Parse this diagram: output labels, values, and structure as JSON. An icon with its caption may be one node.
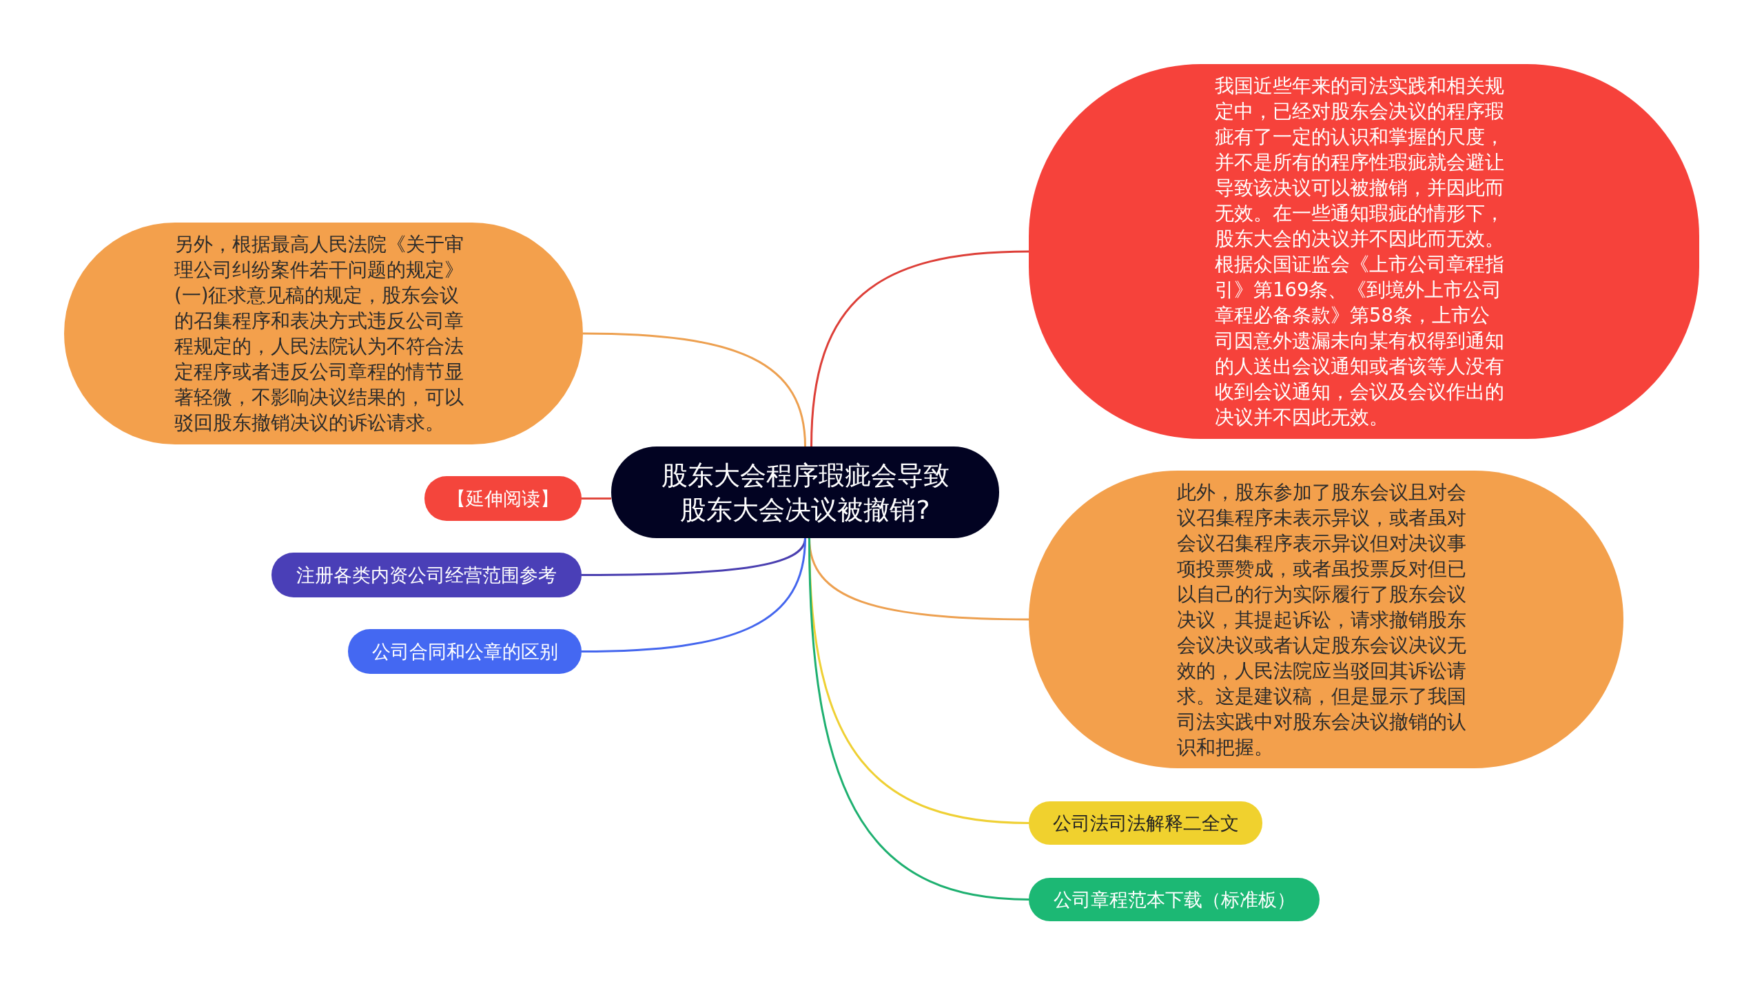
{
  "diagram": {
    "nodes": [
      {
        "text": [
          "股东大会程序瑕疵会导致股东大会决议被撤销?"
        ]
      },
      {
        "text": [
          "另外，根据最高人民法院《关于审理公司纠纷案件若干问题的规定》(一)征求意见稿的规定，股东会议的召集程序和表决方式违反公司章程规定的，人民法院认为不符合法定程序或者违反公司章程的情节显著轻微，不影响决议结果的，可以驳回股东撤销决议的诉讼请求。"
        ]
      },
      {
        "text": [
          "【延伸阅读】"
        ]
      },
      {
        "text": [
          "注册各类内资公司经营范围参考"
        ]
      },
      {
        "text": [
          "公司合同和公章的区别"
        ]
      },
      {
        "text": [
          "我国近些年来的司法实践和相关规定中，已经对股东会决议的程序瑕疵有了一定的认识和掌握的尺度，并不是所有的程序性瑕疵就会避让导致该决议可以被撤销，并因此而无效。在一些通知瑕疵的情形下，股东大会的决议并不因此而无效。根据众国证监会《上市公司章程指引》第169条、《到境外上市公司章程必备条款》第58条，上市公司因意外遗漏未向某有权得到通知的人送出会议通知或者该等人没有收到会议通知，会议及会议作出的决议并不因此无效。"
        ]
      },
      {
        "text": [
          "此外，股东参加了股东会议且对会议召集程序未表示异议，或者虽对会议召集程序表示异议但对决议事项投票赞成，或者虽投票反对但已以自己的行为实际履行了股东会议决议，其提起诉讼，请求撤销股东会议决议或者认定股东会议决议无效的，人民法院应当驳回其诉讼请求。这是建议稿，但是显示了我国司法实践中对股东会决议撤销的认识和把握。"
        ]
      },
      {
        "text": [
          "公司法司法解释二全文"
        ]
      },
      {
        "text": [
          "公司章程范本下载（标准板）"
        ]
      }
    ],
    "edges": [
      {
        "from": 0,
        "to": 1,
        "arrow": "none",
        "color": "#eda050"
      },
      {
        "from": 0,
        "to": 2,
        "arrow": "none",
        "color": "#e0483e"
      },
      {
        "from": 0,
        "to": 3,
        "arrow": "none",
        "color": "#4a3fb0"
      },
      {
        "from": 0,
        "to": 4,
        "arrow": "none",
        "color": "#4466ee"
      },
      {
        "from": 0,
        "to": 5,
        "arrow": "none",
        "color": "#dd3f38"
      },
      {
        "from": 0,
        "to": 6,
        "arrow": "none",
        "color": "#eda050"
      },
      {
        "from": 0,
        "to": 7,
        "arrow": "none",
        "color": "#efd034"
      },
      {
        "from": 0,
        "to": 8,
        "arrow": "none",
        "color": "#1eb070"
      }
    ]
  }
}
